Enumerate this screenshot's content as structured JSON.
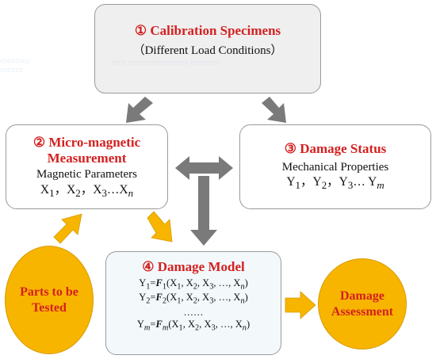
{
  "box1": {
    "title": "① Calibration Specimens",
    "subtitle": "（Different Load Conditions）"
  },
  "box2": {
    "title_line1": "② Micro-magnetic",
    "title_line2": "Measurement",
    "label": "Magnetic Parameters",
    "vars": {
      "a": "X",
      "a_sub": "1",
      "sep1": "，",
      "b": "X",
      "b_sub": "2",
      "sep2": "，",
      "c": "X",
      "c_sub": "3",
      "dots": "…",
      "d": "X",
      "d_sub": "n"
    }
  },
  "box3": {
    "title": "③ Damage Status",
    "label": "Mechanical Properties",
    "vars": {
      "a": "Y",
      "a_sub": "1",
      "sep1": "，",
      "b": "Y",
      "b_sub": "2",
      "sep2": "，",
      "c": "Y",
      "c_sub": "3",
      "dots": "… ",
      "d": "Y",
      "d_sub": "m"
    }
  },
  "box4": {
    "title": "④ Damage Model",
    "eq1": {
      "lhs": "Y",
      "lhs_sub": "1",
      "eqs": "=",
      "f": "F",
      "f_sub": "1",
      "args": "(X",
      "x1": "1",
      "c1": ", X",
      "x2": "2",
      "c2": ", X",
      "x3": "3",
      "c3": ", …, X",
      "xn": "n",
      "close": ")"
    },
    "eq2": {
      "lhs": "Y",
      "lhs_sub": "2",
      "eqs": "=",
      "f": "F",
      "f_sub": "2",
      "args": "(X",
      "x1": "1",
      "c1": ", X",
      "x2": "2",
      "c2": ", X",
      "x3": "3",
      "c3": ", …, X",
      "xn": "n",
      "close": ")"
    },
    "ellipsis": "……",
    "eqm": {
      "lhs": "Y",
      "lhs_sub": "m",
      "eqs": "=",
      "f": "F",
      "f_sub": "m",
      "args": "(X",
      "x1": "1",
      "c1": ", X",
      "x2": "2",
      "c2": ", X",
      "x3": "3",
      "c3": ", …, X",
      "xn": "n",
      "close": ")"
    }
  },
  "parts": {
    "line1": "Parts to be",
    "line2": "Tested"
  },
  "assessment": {
    "line1": "Damage",
    "line2": "Assessment"
  },
  "colors": {
    "title_red": "#d42020",
    "circle_fill": "#f7b500",
    "arrow_gray": "#7a7a7a",
    "arrow_yellow": "#f7b500"
  }
}
